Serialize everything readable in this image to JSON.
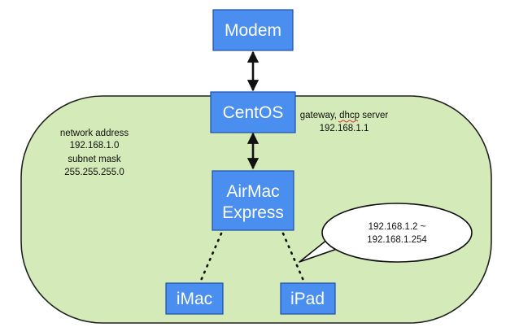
{
  "nodes": {
    "modem": "Modem",
    "centos": "CentOS",
    "airmac_line1": "AirMac",
    "airmac_line2": "Express",
    "imac": "iMac",
    "ipad": "iPad"
  },
  "labels": {
    "network_address_label": "network address",
    "network_address_value": "192.168.1.0",
    "subnet_mask_label": "subnet mask",
    "subnet_mask_value": "255.255.255.0",
    "gateway_prefix": "gateway, ",
    "gateway_dhcp_word": "dhcp",
    "gateway_suffix": " server",
    "gateway_ip": "192.168.1.1"
  },
  "callout": {
    "range_start": "192.168.1.2 ~",
    "range_end": "192.168.1.254"
  },
  "colors": {
    "node_fill": "#4a8ff0",
    "node_border": "#1f4fa8",
    "network_fill": "#d4eab8",
    "network_border": "#222222",
    "link": "#111111",
    "spellcheck_underline": "#d23a3a"
  }
}
